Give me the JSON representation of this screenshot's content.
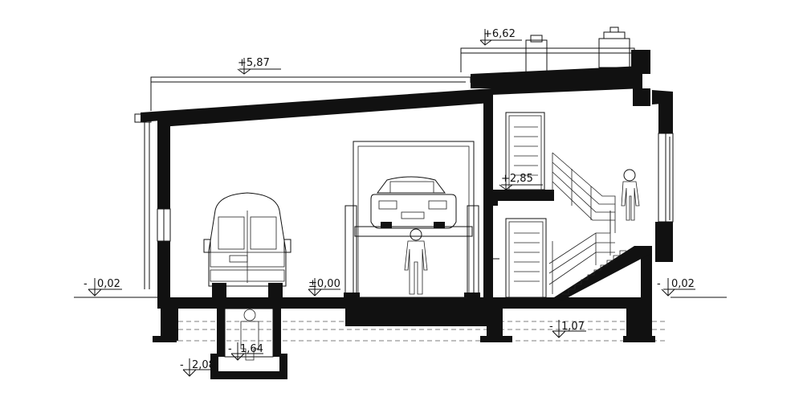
{
  "levels": {
    "roof_high": "+6,62",
    "roof_low": "+5,87",
    "mezzanine": "+2,85",
    "ground_left": "0,02",
    "ground_right": "0,02",
    "floor": "±0,00",
    "footing": "1,07",
    "pit_mid": "1,64",
    "pit_bottom": "2,08"
  },
  "colors": {
    "line": "#111111",
    "background": "#ffffff"
  }
}
